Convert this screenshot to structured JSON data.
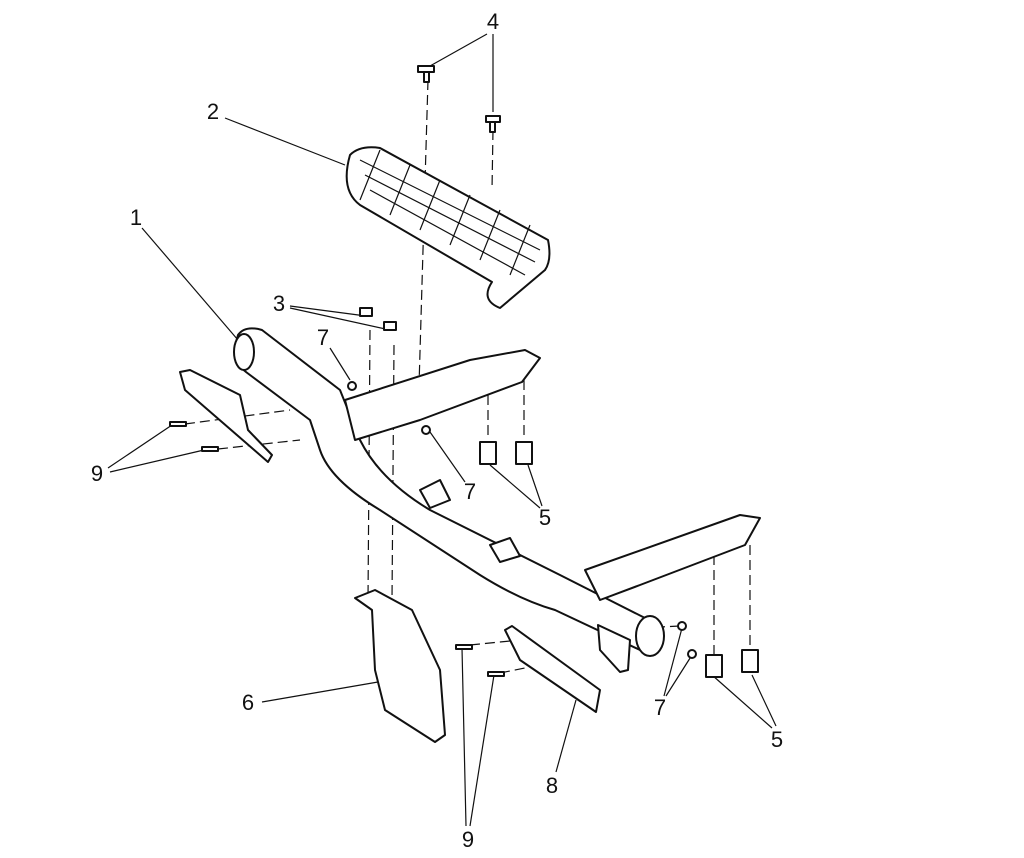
{
  "diagram": {
    "callouts": [
      {
        "id": "callout-4",
        "label": "4",
        "part": "screw"
      },
      {
        "id": "callout-2",
        "label": "2",
        "part": "step-plate"
      },
      {
        "id": "callout-1",
        "label": "1",
        "part": "tube-frame"
      },
      {
        "id": "callout-3",
        "label": "3",
        "part": "bolts"
      },
      {
        "id": "callout-7a",
        "label": "7",
        "part": "nut"
      },
      {
        "id": "callout-9a",
        "label": "9",
        "part": "bolts"
      },
      {
        "id": "callout-7b",
        "label": "7",
        "part": "nut"
      },
      {
        "id": "callout-5a",
        "label": "5",
        "part": "flange-bolts"
      },
      {
        "id": "callout-6",
        "label": "6",
        "part": "mount-bracket"
      },
      {
        "id": "callout-7c",
        "label": "7",
        "part": "nuts"
      },
      {
        "id": "callout-5b",
        "label": "5",
        "part": "flange-bolts"
      },
      {
        "id": "callout-8",
        "label": "8",
        "part": "side-bracket"
      },
      {
        "id": "callout-9b",
        "label": "9",
        "part": "bolts"
      }
    ]
  }
}
